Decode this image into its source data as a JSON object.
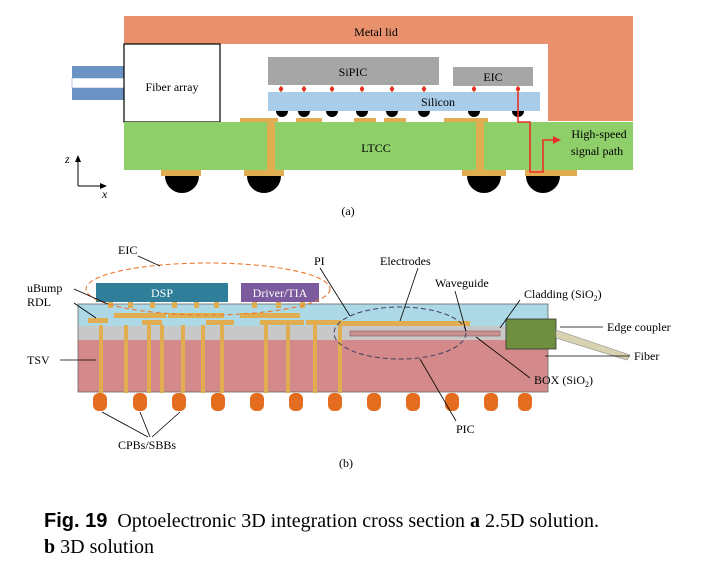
{
  "diagram_a": {
    "lid": "Metal lid",
    "fiber_array": "Fiber array",
    "sipic": "SiPIC",
    "eic": "EIC",
    "silicon": "Silicon",
    "ltcc": "LTCC",
    "signal_path": [
      "High-speed",
      "signal path"
    ],
    "axis_z": "z",
    "axis_x": "x",
    "panel": "(a)"
  },
  "diagram_b": {
    "eic": "EIC",
    "dsp": "DSP",
    "driver": "Driver/TIA",
    "ubump": "uBump",
    "rdl": "RDL",
    "tsv": "TSV",
    "pi": "PI",
    "electrodes": "Electrodes",
    "waveguide": "Waveguide",
    "cladding": "Cladding (SiO",
    "cladding_sub": "2",
    "cladding_end": ")",
    "edge_coupler": "Edge coupler",
    "fiber": "Fiber",
    "box": "BOX (SiO",
    "box_sub": "2",
    "box_end": ")",
    "pic": "PIC",
    "cpbs": "CPBs/SBBs",
    "panel": "(b)"
  },
  "caption": {
    "fig_label": "Fig. 19",
    "text1": "Optoelectronic 3D integration cross section",
    "a": "a",
    "text2": "2.5D solution.",
    "b": "b",
    "text3": "3D solution"
  },
  "colors": {
    "lid": "#E8916C",
    "ltcc": "#8FCF6A",
    "ltcc_via": "#E0AE50",
    "bump": "#000000",
    "gray_chip": "#A6A6A6",
    "silicon": "#A9CCE8",
    "fiber_blue": "#6B94C4",
    "signal_red": "#E8302A",
    "substrate_b": "#D48A8A",
    "box_layer": "#C8C8C8",
    "cladding": "#ADD8E6",
    "dsp": "#2F7F9A",
    "driver": "#7B5A9E",
    "rdl": "#E0AE50",
    "coupler": "#6F8E3F",
    "cpb": "#E36C1F"
  }
}
